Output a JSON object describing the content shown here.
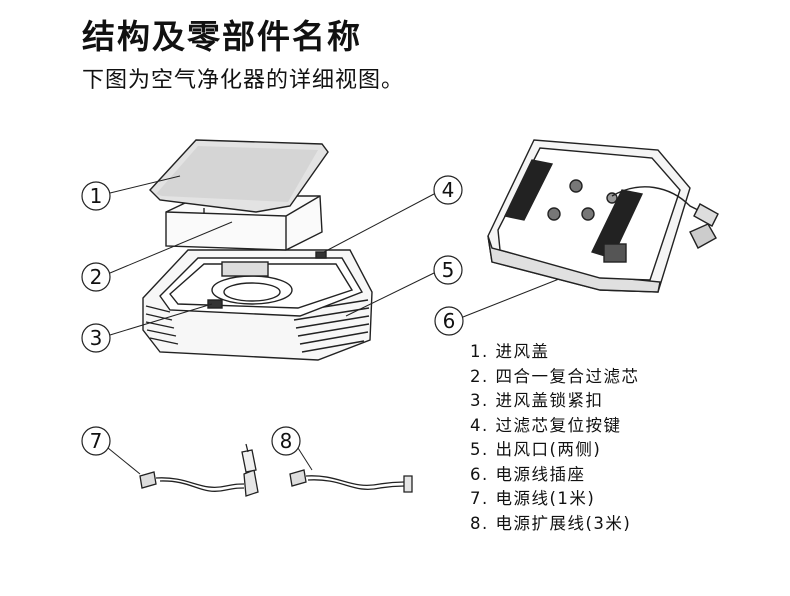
{
  "title": "结构及零部件名称",
  "subtitle": "下图为空气净化器的详细视图。",
  "callouts": [
    "1",
    "2",
    "3",
    "4",
    "5",
    "6",
    "7",
    "8"
  ],
  "parts": [
    "1. 进风盖",
    "2. 四合一复合过滤芯",
    "3. 进风盖锁紧扣",
    "4. 过滤芯复位按键",
    "5. 出风口(两侧)",
    "6. 电源线插座",
    "7. 电源线(1米)",
    "8. 电源扩展线(3米)"
  ]
}
